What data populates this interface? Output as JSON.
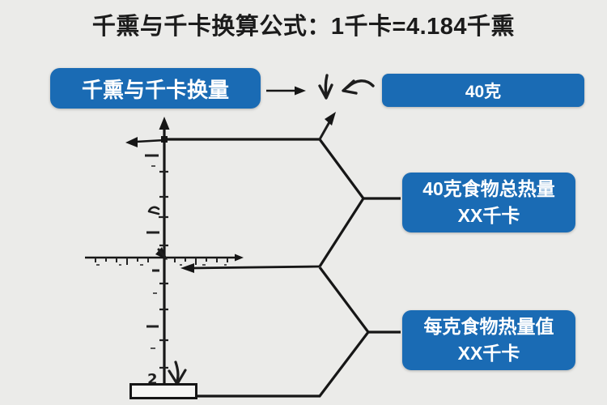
{
  "title": "千熏与千卡换算公式：1千卡=4.184千熏",
  "colors": {
    "background": "#ebebe9",
    "box_blue": "#1a6bb4",
    "box_text": "#ffffff",
    "line": "#161616",
    "title_text": "#1b1b1b"
  },
  "flowchart": {
    "start_box_label": "千熏与千卡换量",
    "weight_box_label": "40克",
    "total_box": {
      "line1": "40克食物总热量",
      "line2": "XX千卡"
    },
    "per_gram_box": {
      "line1": "每克食物热量值",
      "line2": "XX千卡"
    }
  },
  "axis": {
    "tick_label": "2"
  }
}
